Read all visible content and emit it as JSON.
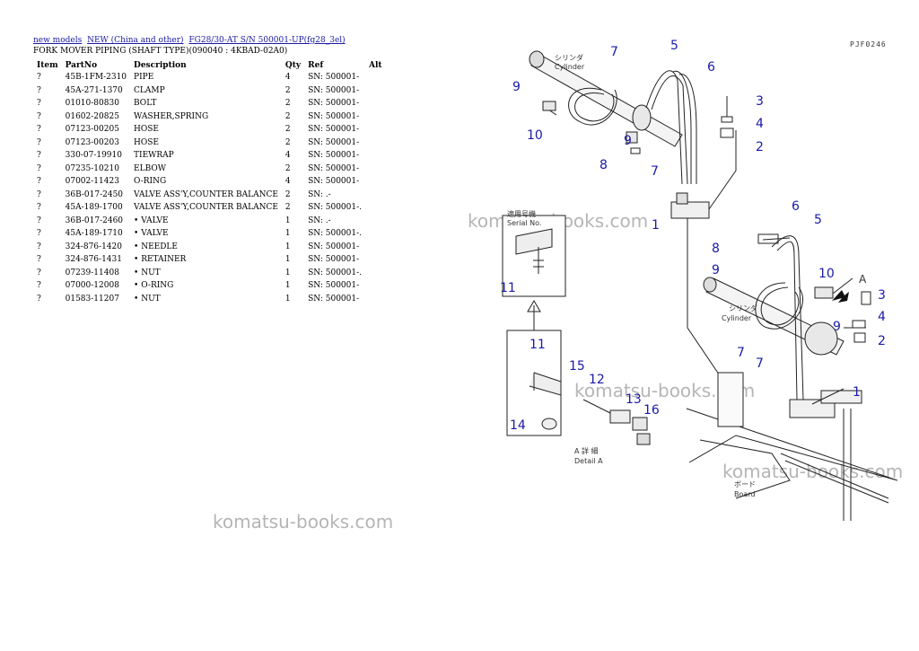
{
  "breadcrumb": {
    "link1": "new models",
    "link2": "NEW (China and other)",
    "link3": "FG28/30-AT S/N 500001-UP(fg28_3el)"
  },
  "page_title": "FORK MOVER PIPING (SHAFT TYPE)(090040 : 4KBAD-02A0)",
  "table": {
    "headers": [
      "Item",
      "PartNo",
      "Description",
      "Qty",
      "Ref",
      "Alt"
    ],
    "rows": [
      [
        "?",
        "45B-1FM-2310",
        "PIPE",
        "4",
        "SN: 500001-",
        ""
      ],
      [
        "?",
        "45A-271-1370",
        "CLAMP",
        "2",
        "SN: 500001-",
        ""
      ],
      [
        "?",
        "01010-80830",
        "BOLT",
        "2",
        "SN: 500001-",
        ""
      ],
      [
        "?",
        "01602-20825",
        "WASHER,SPRING",
        "2",
        "SN: 500001-",
        ""
      ],
      [
        "?",
        "07123-00205",
        "HOSE",
        "2",
        "SN: 500001-",
        ""
      ],
      [
        "?",
        "07123-00203",
        "HOSE",
        "2",
        "SN: 500001-",
        ""
      ],
      [
        "?",
        "330-07-19910",
        "TIEWRAP",
        "4",
        "SN: 500001-",
        ""
      ],
      [
        "?",
        "07235-10210",
        "ELBOW",
        "2",
        "SN: 500001-",
        ""
      ],
      [
        "?",
        "07002-11423",
        "O-RING",
        "4",
        "SN: 500001-",
        ""
      ],
      [
        "?",
        "36B-017-2450",
        "VALVE ASS'Y,COUNTER BALANCE",
        "2",
        "SN: .-",
        ""
      ],
      [
        "?",
        "45A-189-1700",
        "VALVE ASS'Y,COUNTER BALANCE",
        "2",
        "SN: 500001-.",
        ""
      ],
      [
        "?",
        "36B-017-2460",
        "• VALVE",
        "1",
        "SN: .-",
        ""
      ],
      [
        "?",
        "45A-189-1710",
        "• VALVE",
        "1",
        "SN: 500001-.",
        ""
      ],
      [
        "?",
        "324-876-1420",
        "• NEEDLE",
        "1",
        "SN: 500001-",
        ""
      ],
      [
        "?",
        "324-876-1431",
        "• RETAINER",
        "1",
        "SN: 500001-",
        ""
      ],
      [
        "?",
        "07239-11408",
        "• NUT",
        "1",
        "SN: 500001-.",
        ""
      ],
      [
        "?",
        "07000-12008",
        "• O-RING",
        "1",
        "SN: 500001-",
        ""
      ],
      [
        "?",
        "01583-11207",
        "• NUT",
        "1",
        "SN: 500001-",
        ""
      ]
    ]
  },
  "watermark": "komatsu-books.com",
  "diagram": {
    "ref_code": "PJF0246",
    "callouts": [
      "1",
      "2",
      "3",
      "4",
      "5",
      "6",
      "7",
      "8",
      "9",
      "10",
      "11",
      "12",
      "13",
      "14",
      "15",
      "16"
    ],
    "label_cylinder": "Cylinder",
    "label_cylinder_jp": "シリンダ",
    "label_serial_no": "Serial No.",
    "label_serial_jp": "適用号機",
    "label_detail_a": "Detail A",
    "label_detail_a_jp": "A 詳 細",
    "label_board": "Board",
    "label_board_jp": "ボード",
    "label_a": "A"
  },
  "colors": {
    "link": "#1a1aa6",
    "callout": "#1a1aa6",
    "watermark": "#8a8a8a"
  }
}
